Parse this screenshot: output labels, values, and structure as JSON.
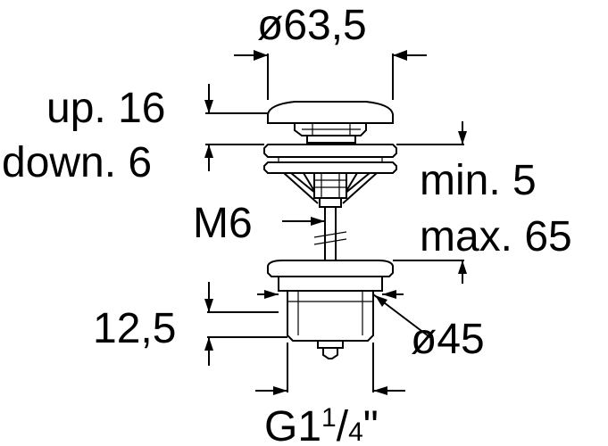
{
  "labels": {
    "diameter_top": "ø63,5",
    "up": "up. 16",
    "down": "down. 6",
    "min": "min. 5",
    "max": "max. 65",
    "rod": "M6",
    "height": "12,5",
    "diameter_body": "ø45",
    "thread_main": "G1",
    "thread_num": "1",
    "thread_slash": "/",
    "thread_den": "4",
    "thread_inch": "\""
  }
}
